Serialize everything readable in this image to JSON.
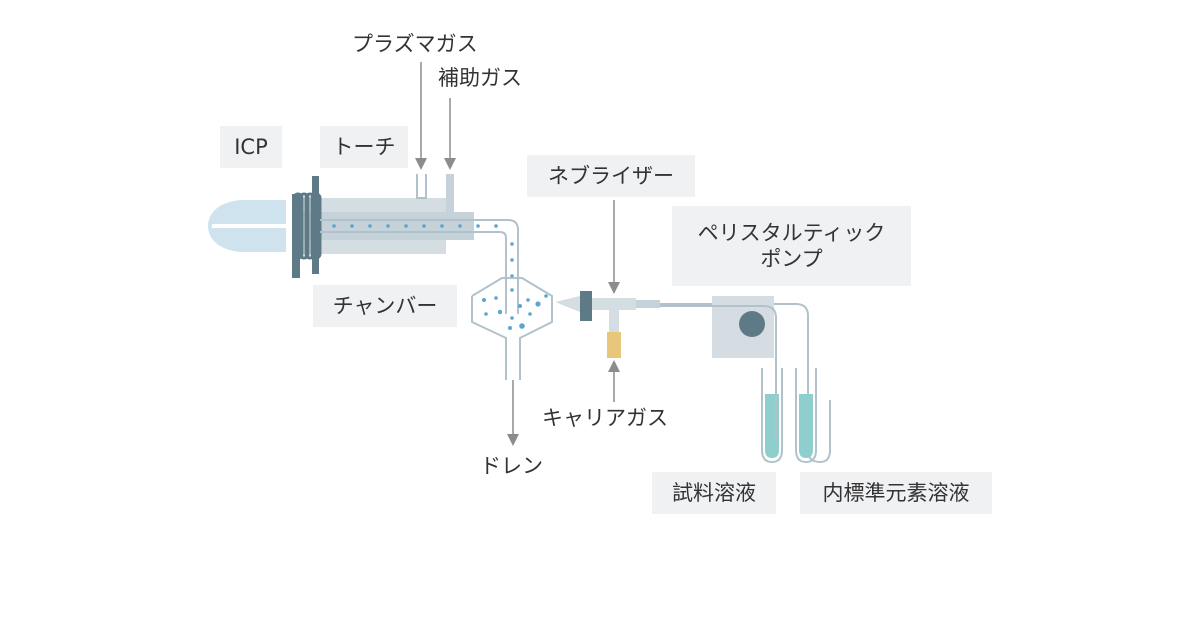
{
  "labels": {
    "icp": "ICP",
    "torch": "トーチ",
    "plasma_gas": "プラズマガス",
    "auxiliary_gas": "補助ガス",
    "nebulizer": "ネブライザー",
    "peristaltic_pump_line1": "ペリスタルティック",
    "peristaltic_pump_line2": "ポンプ",
    "chamber": "チャンバー",
    "carrier_gas": "キャリアガス",
    "drain": "ドレン",
    "sample_solution": "試料溶液",
    "internal_standard_solution": "内標準元素溶液"
  },
  "colors": {
    "plasma": "#cfe3ee",
    "coil": "#5f7a87",
    "torch_body": "#d4dde2",
    "glass_line": "#b2c2cb",
    "droplet": "#5aa6cf",
    "solution": "#8ecfcd",
    "nebulizer_cap": "#e8c77a",
    "pump_box": "#d5dde2",
    "pump_roller": "#5f7a87",
    "arrow": "#8c8c8c",
    "label_bg": "#f0f1f2"
  }
}
